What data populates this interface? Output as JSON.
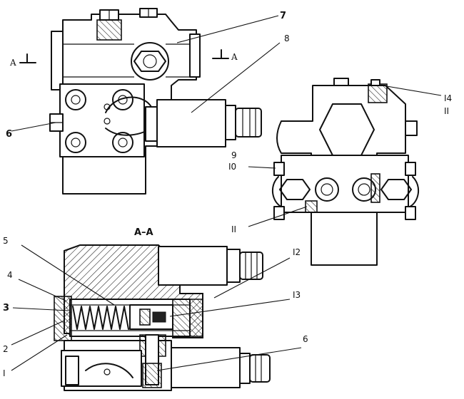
{
  "labels": {
    "section_marker_left": "A",
    "section_marker_right": "A",
    "section_title": "A–A"
  },
  "callouts": {
    "c1": "I",
    "c2": "2",
    "c3": "3",
    "c4": "4",
    "c5": "5",
    "c6_top": "6",
    "c6_bottom": "6",
    "c7": "7",
    "c8": "8",
    "c9": "9",
    "c10": "I0",
    "c11_top": "II",
    "c11_bottom": "II",
    "c12": "I2",
    "c13": "I3",
    "c14": "I4"
  }
}
